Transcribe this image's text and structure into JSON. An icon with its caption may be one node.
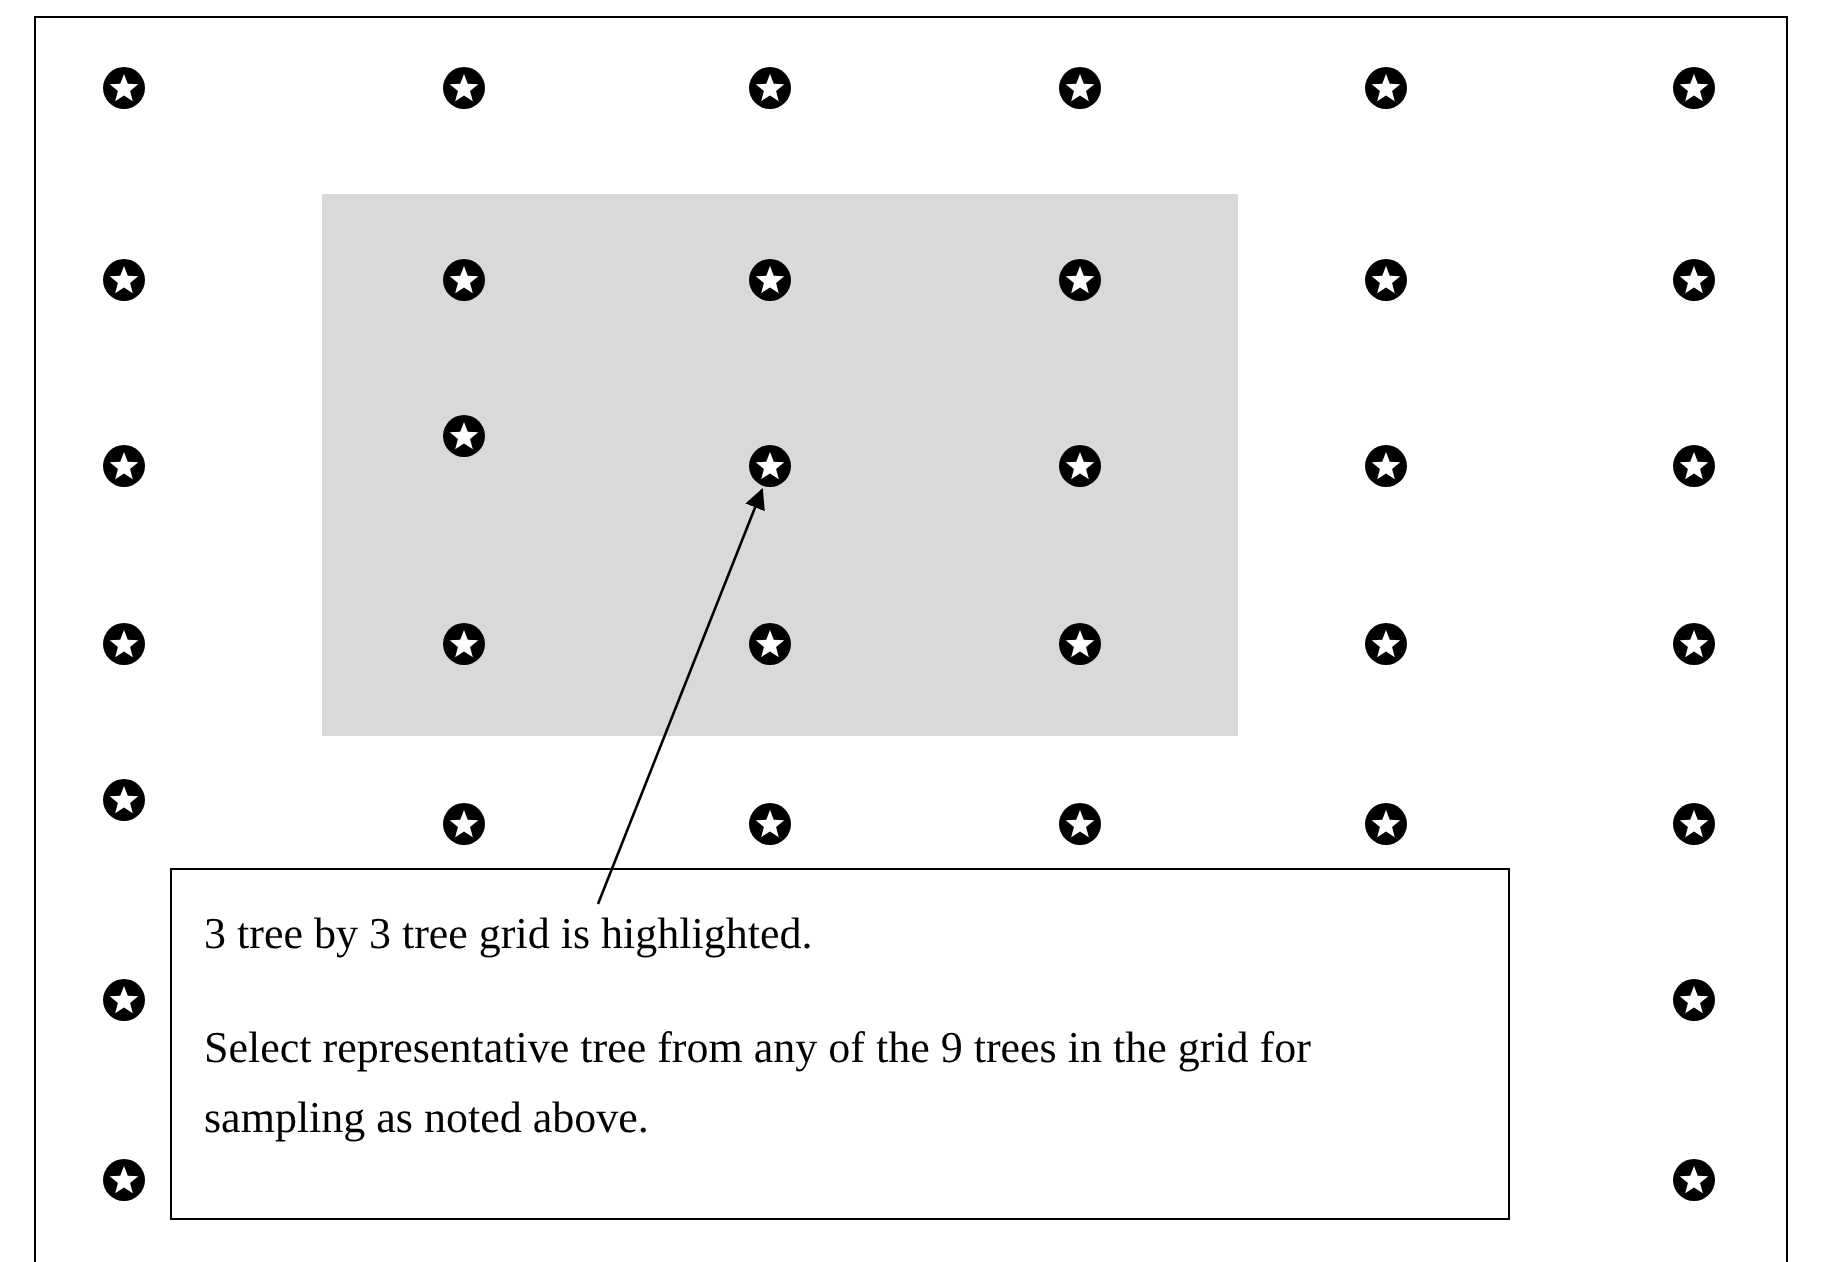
{
  "diagram": {
    "nodes": [
      {
        "text": [],
        "shape": "box"
      },
      {
        "text": [],
        "shape": "picture",
        "in": 0
      },
      {
        "text": [
          "3 tree by 3 tree grid is highlighted.",
          "Select representative tree from any of the 9 trees in the grid for sampling as noted above."
        ]
      }
    ],
    "edges": [
      {
        "from": 2,
        "to": 1,
        "arrow": "to"
      }
    ]
  }
}
